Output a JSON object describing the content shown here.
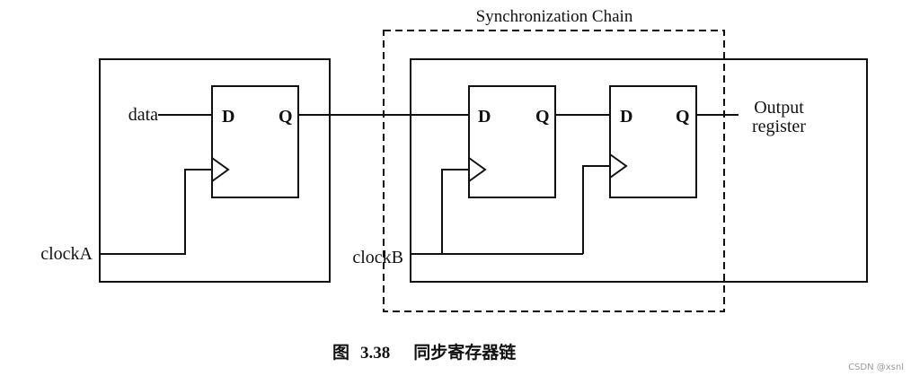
{
  "diagram": {
    "chain_title": "Synchronization Chain",
    "labels": {
      "data": "data",
      "clock_a": "clockA",
      "clock_b": "clockB",
      "output_line1": "Output",
      "output_line2": "register"
    },
    "flip_flops": [
      {
        "d_label": "D",
        "q_label": "Q"
      },
      {
        "d_label": "D",
        "q_label": "Q"
      },
      {
        "d_label": "D",
        "q_label": "Q"
      }
    ],
    "caption": {
      "figure_prefix": "图",
      "figure_number": "3.38",
      "figure_title": "同步寄存器链"
    },
    "watermark": "CSDN @xsnl"
  }
}
